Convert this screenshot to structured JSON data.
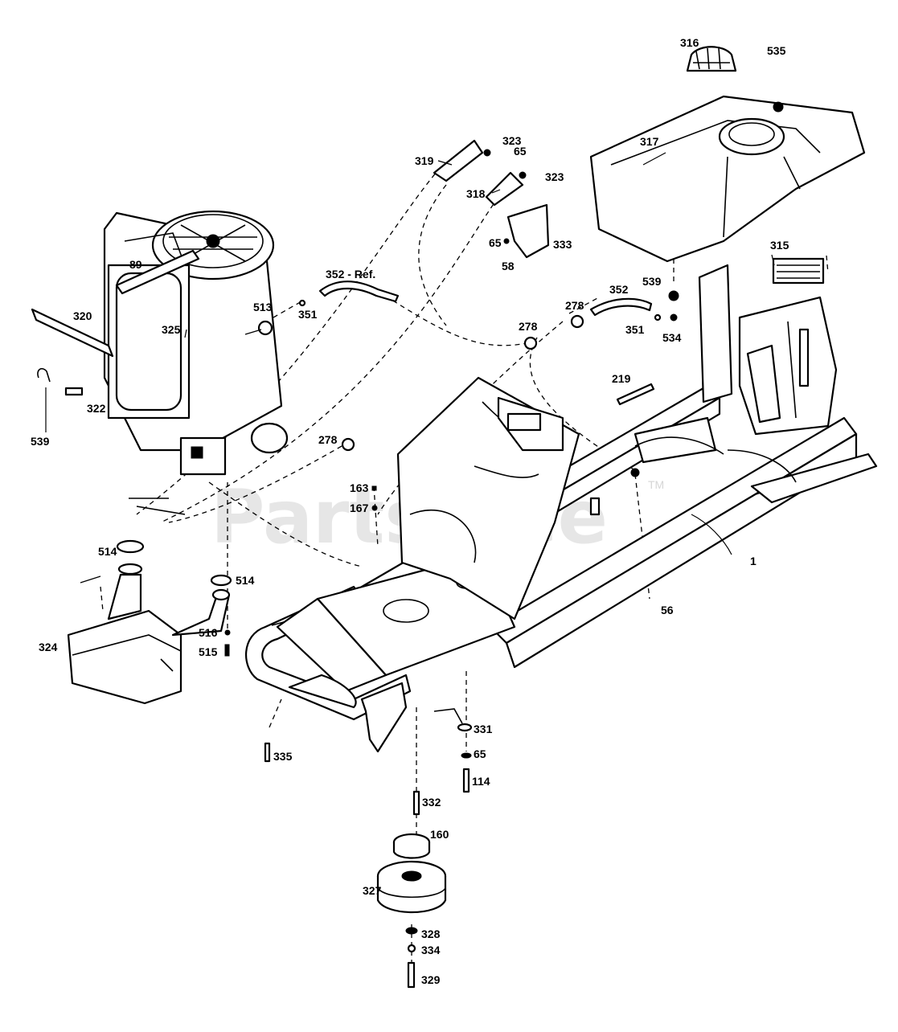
{
  "watermark": {
    "text": "PartsTree",
    "trademark": "TM"
  },
  "callouts": [
    "316",
    "535",
    "317",
    "323",
    "319",
    "65",
    "323",
    "318",
    "333",
    "65",
    "58",
    "315",
    "89",
    "352 - Ref.",
    "320",
    "325",
    "513",
    "351",
    "352",
    "278",
    "539",
    "534",
    "351",
    "278",
    "219",
    "322",
    "539",
    "278",
    "163",
    "167",
    "1",
    "56",
    "514",
    "514",
    "324",
    "516",
    "515",
    "331",
    "335",
    "65",
    "114",
    "332",
    "160",
    "327",
    "328",
    "334",
    "329"
  ]
}
